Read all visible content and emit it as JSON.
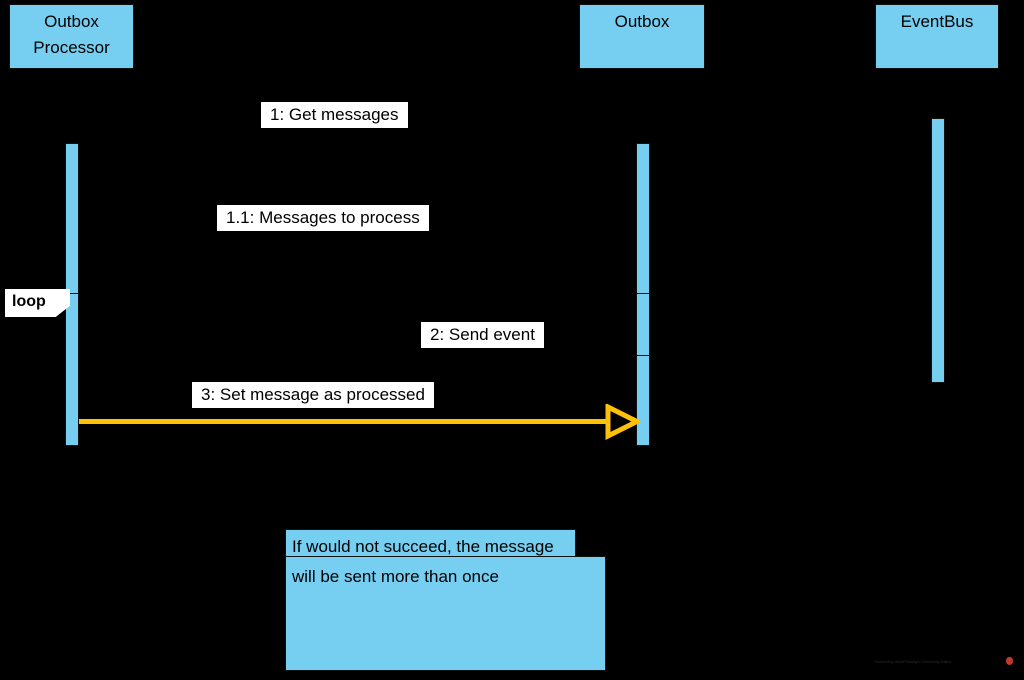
{
  "diagram": {
    "kind": "uml-sequence-diagram",
    "background_color": "#000000",
    "element_fill_color": "#76CEF0",
    "label_fill_color": "#FFFFFF",
    "arrow_color": "#FFC107",
    "stroke_color": "#000000"
  },
  "lifelines": [
    {
      "id": "outbox-processor",
      "name": "Outbox\nProcessor",
      "line1": "Outbox",
      "line2": "Processor"
    },
    {
      "id": "outbox",
      "name": "Outbox",
      "line1": "Outbox",
      "line2": ""
    },
    {
      "id": "eventbus",
      "name": "EventBus",
      "line1": "EventBus",
      "line2": ""
    }
  ],
  "fragments": [
    {
      "id": "loop-fragment",
      "operator": "loop"
    }
  ],
  "messages": [
    {
      "seq": "1",
      "label": "1: Get messages",
      "from": "outbox-processor",
      "to": "outbox",
      "style": "default"
    },
    {
      "seq": "1.1",
      "label": "1.1: Messages to process",
      "from": "outbox",
      "to": "outbox-processor",
      "style": "default"
    },
    {
      "seq": "2",
      "label": "2: Send event",
      "from": "outbox-processor",
      "to": "eventbus",
      "style": "default"
    },
    {
      "seq": "3",
      "label": "3: Set message as processed",
      "from": "outbox-processor",
      "to": "outbox",
      "style": "highlighted"
    }
  ],
  "note": {
    "id": "note-retry",
    "text": "If would not succeed, the message will be sent more than once"
  },
  "watermark": {
    "text": "Powered by Visual Paradigm Community Edition"
  }
}
